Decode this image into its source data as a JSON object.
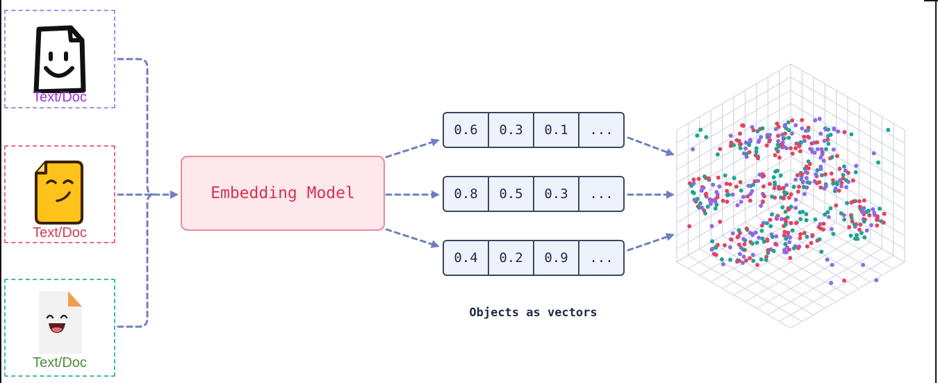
{
  "documents": [
    {
      "label": "Text/Doc",
      "color": "#9b30e0",
      "border": "#a98be8"
    },
    {
      "label": "Text/Doc",
      "color": "#d23a4f",
      "border": "#e56a7c"
    },
    {
      "label": "Text/Doc",
      "color": "#4a8a3c",
      "border": "#3fb8a8"
    }
  ],
  "model": {
    "label": "Embedding Model"
  },
  "vectors": [
    {
      "cells": [
        "0.6",
        "0.3",
        "0.1",
        "..."
      ]
    },
    {
      "cells": [
        "0.8",
        "0.5",
        "0.3",
        "..."
      ]
    },
    {
      "cells": [
        "0.4",
        "0.2",
        "0.9",
        "..."
      ]
    }
  ],
  "caption": "Objects as vectors",
  "colors": {
    "arrow": "#6f7fc0",
    "point_red": "#e0455f",
    "point_purple": "#8f6ae6",
    "point_teal": "#20a394",
    "grid": "#c9cedf"
  },
  "icons": [
    "smiling-document-icon",
    "grinning-yellow-document-icon",
    "laughing-document-icon"
  ]
}
